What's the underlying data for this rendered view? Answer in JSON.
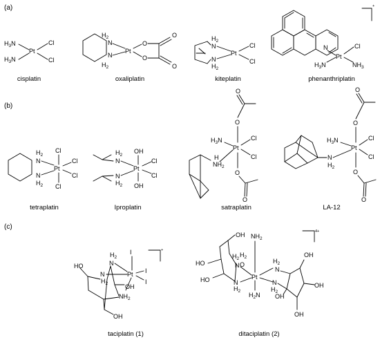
{
  "panels": {
    "a": "(a)",
    "b": "(b)",
    "c": "(c)"
  },
  "compounds": {
    "cisplatin": "cisplatin",
    "oxaliplatin": "oxaliplatin",
    "kiteplatin": "kiteplatin",
    "phenanthriplatin": "phenanthriplatin",
    "tetraplatin": "tetraplatin",
    "iproplatin": "Iproplatin",
    "satraplatin": "satraplatin",
    "la12": "LA-12",
    "taciplatin": "taciplatin (1)",
    "ditaciplatin": "ditaciplatin (2)"
  },
  "atoms": {
    "pt": "Pt",
    "cl": "Cl",
    "n": "N",
    "h": "H",
    "i": "I",
    "o": "O",
    "oh": "OH",
    "ho": "HO",
    "two": "2",
    "three": "3"
  },
  "charges": {
    "phenanthriplatin": "+",
    "taciplatin": "+",
    "ditaciplatin": "4+"
  }
}
